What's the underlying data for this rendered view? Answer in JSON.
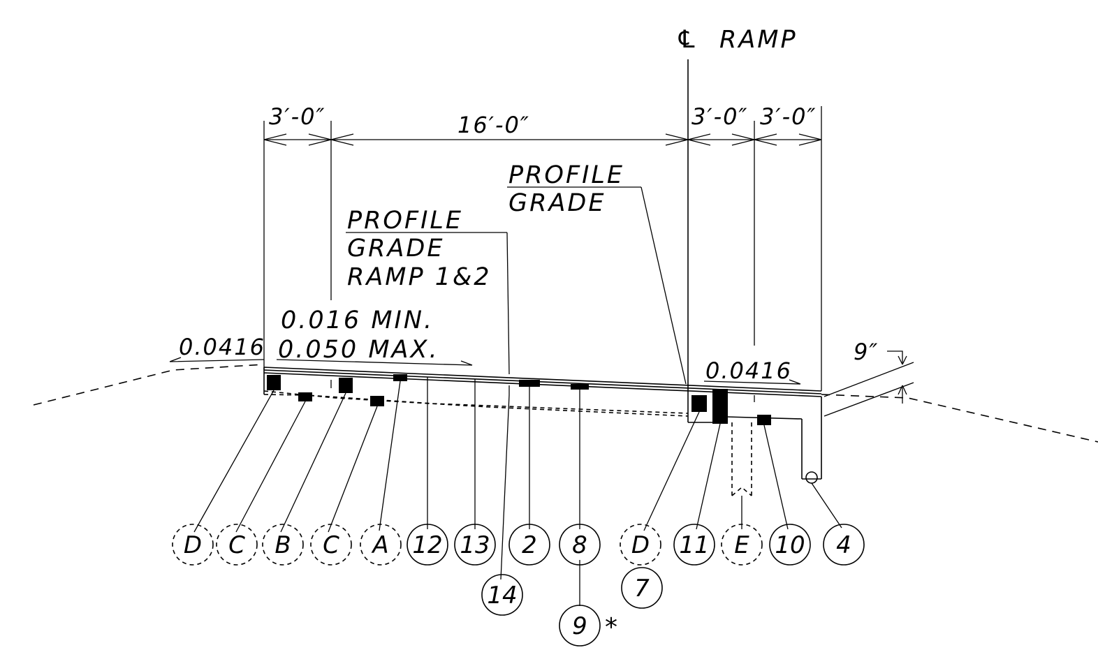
{
  "centerline": {
    "symbol": "℄",
    "label": "RAMP"
  },
  "dimensions": [
    {
      "id": "left_3ft",
      "text": "3′-0″"
    },
    {
      "id": "middle_16ft",
      "text": "16′-0″"
    },
    {
      "id": "right_3ft_a",
      "text": "3′-0″"
    },
    {
      "id": "right_3ft_b",
      "text": "3′-0″"
    },
    {
      "id": "thickness",
      "text": "9″"
    }
  ],
  "profile_grade_right": [
    "PROFILE",
    "GRADE"
  ],
  "profile_grade_left": [
    "PROFILE",
    "GRADE",
    "RAMP 1&2"
  ],
  "slopes": {
    "min_text": "0.016 MIN.",
    "max_text": "0.050 MAX.",
    "left_shoulder": "0.0416",
    "right_shoulder": "0.0416"
  },
  "callouts": [
    {
      "label": "D",
      "style": "dashed"
    },
    {
      "label": "C",
      "style": "dashed"
    },
    {
      "label": "B",
      "style": "dashed"
    },
    {
      "label": "C",
      "style": "dashed"
    },
    {
      "label": "A",
      "style": "dashed"
    },
    {
      "label": "12",
      "style": "solid"
    },
    {
      "label": "13",
      "style": "solid"
    },
    {
      "label": "2",
      "style": "solid"
    },
    {
      "label": "8",
      "style": "solid"
    },
    {
      "label": "D",
      "style": "dashed"
    },
    {
      "label": "11",
      "style": "solid"
    },
    {
      "label": "E",
      "style": "dashed"
    },
    {
      "label": "10",
      "style": "solid"
    },
    {
      "label": "4",
      "style": "solid"
    },
    {
      "label": "14",
      "style": "solid"
    },
    {
      "label": "7",
      "style": "solid"
    },
    {
      "label": "9",
      "style": "solid"
    }
  ],
  "footnote_marker": "*"
}
